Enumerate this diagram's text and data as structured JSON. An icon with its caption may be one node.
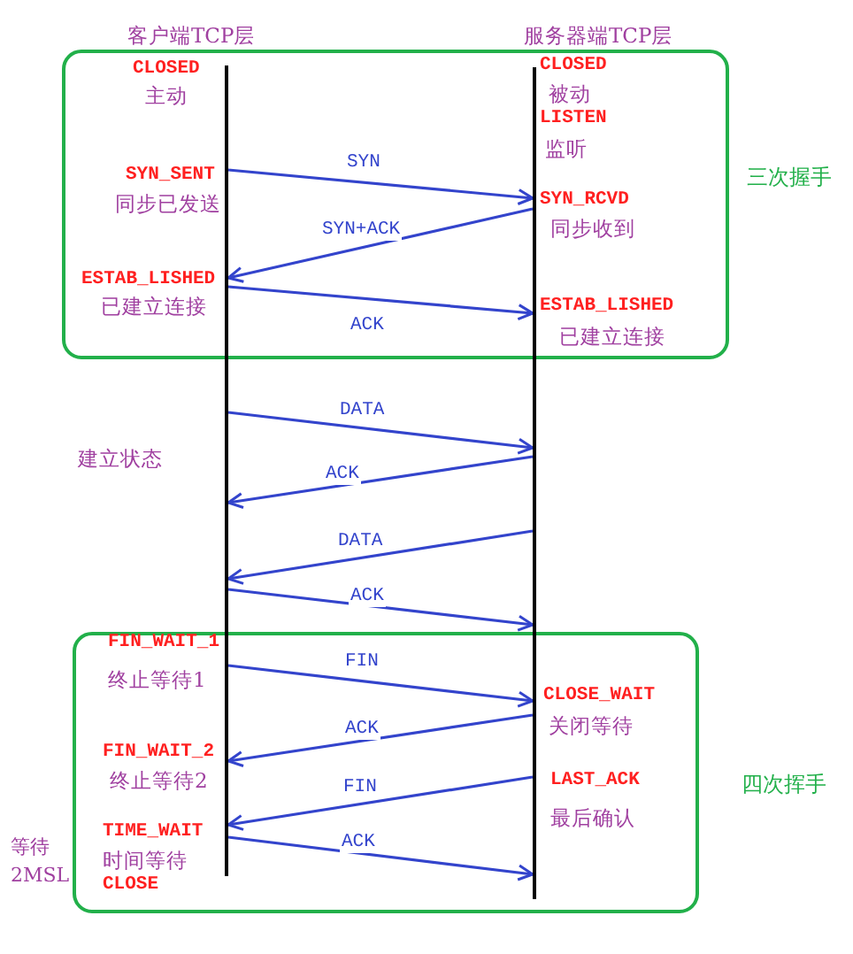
{
  "diagram": {
    "nodes": [
      {
        "text": [
          "客户端TCP层"
        ]
      },
      {
        "text": [
          "服务器端TCP层"
        ]
      }
    ],
    "edges": [
      {
        "from": 0,
        "to": 1,
        "arrow": "to",
        "label": "SYN"
      },
      {
        "from": 1,
        "to": 0,
        "arrow": "to",
        "label": "SYN+ACK"
      },
      {
        "from": 0,
        "to": 1,
        "arrow": "to",
        "label": "ACK"
      },
      {
        "from": 0,
        "to": 1,
        "arrow": "to",
        "label": "DATA"
      },
      {
        "from": 1,
        "to": 0,
        "arrow": "to",
        "label": "ACK"
      },
      {
        "from": 1,
        "to": 0,
        "arrow": "to",
        "label": "DATA"
      },
      {
        "from": 0,
        "to": 1,
        "arrow": "to",
        "label": "ACK"
      },
      {
        "from": 0,
        "to": 1,
        "arrow": "to",
        "label": "FIN"
      },
      {
        "from": 1,
        "to": 0,
        "arrow": "to",
        "label": "ACK"
      },
      {
        "from": 1,
        "to": 0,
        "arrow": "to",
        "label": "FIN"
      },
      {
        "from": 0,
        "to": 1,
        "arrow": "to",
        "label": "ACK"
      }
    ],
    "labels": [
      "CLOSED",
      "CLOSED",
      "主动",
      "被动",
      "LISTEN",
      "监听",
      "SYN_SENT",
      "同步已发送",
      "SYN_RCVD",
      "三次握手",
      "同步收到",
      "ESTAB_LISHED",
      "已建立连接",
      "ESTAB_LISHED",
      "已建立连接",
      "建立状态",
      "FIN_WAIT_1",
      "终止等待1",
      "CLOSE_WAIT",
      "关闭等待",
      "FIN_WAIT_2",
      "终止等待2",
      "LAST_ACK",
      "四次挥手",
      "最后确认",
      "等待 2MSL",
      "TIME_WAIT",
      "时间等待",
      "CLOSE"
    ]
  }
}
